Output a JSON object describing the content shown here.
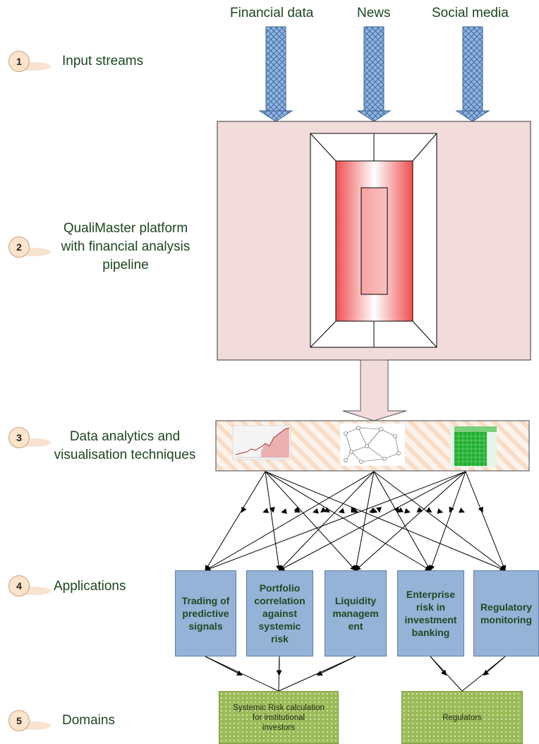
{
  "inputs": [
    "Financial data",
    "News",
    "Social media"
  ],
  "steps": [
    {
      "number": "1",
      "label": "Input streams"
    },
    {
      "number": "2",
      "label": "QualiMaster platform\nwith financial analysis\npipeline"
    },
    {
      "number": "3",
      "label": "Data analytics and\nvisualisation techniques"
    },
    {
      "number": "4",
      "label": "Applications"
    },
    {
      "number": "5",
      "label": "Domains"
    }
  ],
  "applications": [
    "Trading of\npredictive\nsignals",
    "Portfolio\ncorrelation\nagainst\nsystemic\nrisk",
    "Liquidity\nmanagem\nent",
    "Enterprise\nrisk in\ninvestment\nbanking",
    "Regulatory\nmonitoring"
  ],
  "domains": [
    "Systemic Risk calculation\nfor institutional\ninvestors",
    "Regulators"
  ],
  "colors": {
    "label_text": "#1e4620",
    "badge_fill": "#fbe3cc",
    "platform_fill": "#f2dcdb",
    "core_red": "#f05a5a",
    "analytics_fill": "#fde9d9",
    "app_fill": "#95b3d7",
    "domain_fill": "#9bbb59",
    "stream_arrow": "#8db4e2"
  },
  "icons": [
    "line-chart-thumbnail-icon",
    "network-graph-thumbnail-icon",
    "heatmap-grid-thumbnail-icon"
  ]
}
